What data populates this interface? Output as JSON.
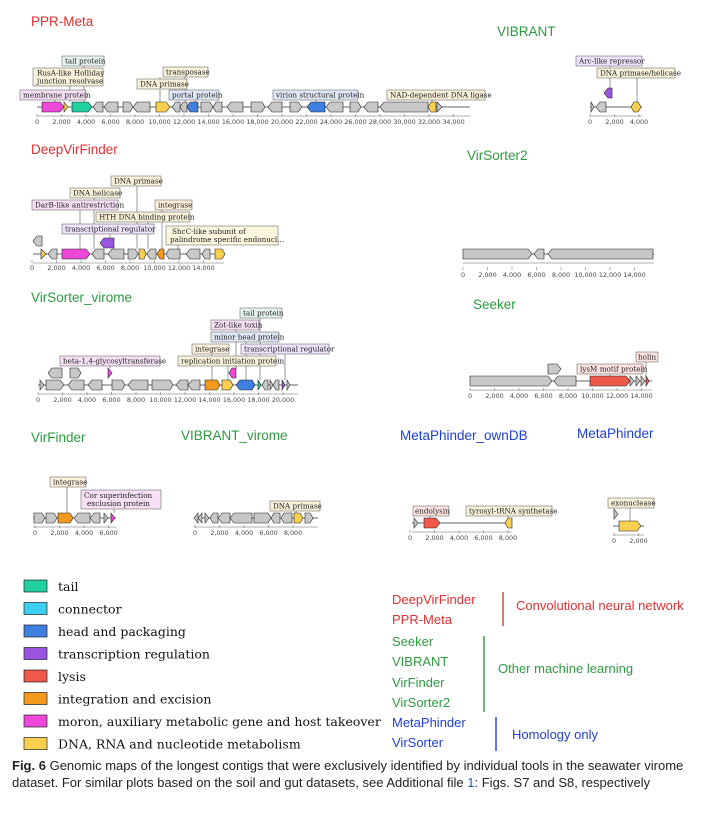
{
  "panels": [
    {
      "id": "pprmeta",
      "title": "PPR-Meta",
      "color": "#e03030",
      "ticks": [
        "0",
        "2,000",
        "4,000",
        "6,000",
        "8,000",
        "10,000",
        "12,000",
        "14,000",
        "16,000",
        "18,000",
        "20,000",
        "22,000",
        "24,000",
        "26,000",
        "28,000",
        "30,000",
        "32,000",
        "34,000"
      ],
      "labels": [
        "tail protein",
        "RusA-like Holliday",
        "junction resolvase",
        "membrane protein",
        "transposase",
        "DNA primase",
        "portal protein",
        "virion structural protein",
        "NAD-dependent DNA ligase"
      ]
    },
    {
      "id": "vibrant",
      "title": "VIBRANT",
      "color": "#2e9a40",
      "ticks": [
        "0",
        "2,000",
        "4,000"
      ],
      "labels": [
        "Arc-like repressor",
        "DNA primase/helicase"
      ]
    },
    {
      "id": "deepvirfinder",
      "title": "DeepVirFinder",
      "color": "#e03030",
      "ticks": [
        "0",
        "2,000",
        "4,000",
        "6,000",
        "8,000",
        "10,000",
        "12,000",
        "14,000"
      ],
      "labels": [
        "DNA primase",
        "DNA helicase",
        "DarB-like antirestriction",
        "integrase",
        "HTH DNA binding protein",
        "transcriptional regulator",
        "ShcC-like subunit of",
        "palindrome specific endonucl..."
      ]
    },
    {
      "id": "virsorter2",
      "title": "VirSorter2",
      "color": "#2e9a40",
      "ticks": [
        "0",
        "2,000",
        "4,000",
        "6,000",
        "8,000",
        "10,000",
        "12,000",
        "14,000"
      ],
      "labels": []
    },
    {
      "id": "virsorter_virome",
      "title": "VirSorter_virome",
      "color": "#2e9a40",
      "ticks": [
        "0",
        "2,000",
        "4,000",
        "6,000",
        "8,000",
        "10,000",
        "12,000",
        "14,000",
        "16,000",
        "18,000",
        "20,000"
      ],
      "labels": [
        "tail protein",
        "Zot-like toxin",
        "minor head protein",
        "integrase",
        "transcriptional regulator",
        "beta-1,4-glycosyltransferase",
        "replication initiation protein"
      ]
    },
    {
      "id": "seeker",
      "title": "Seeker",
      "color": "#2e9a40",
      "ticks": [
        "0",
        "2,000",
        "4,000",
        "6,000",
        "8,000",
        "10,000",
        "12,000",
        "14,000"
      ],
      "labels": [
        "holin",
        "lysM motif protein"
      ]
    },
    {
      "id": "virfinder",
      "title": "VirFinder",
      "color": "#2e9a40",
      "ticks": [
        "0",
        "2,000",
        "4,000",
        "6,000"
      ],
      "labels": [
        "integrase",
        "Cor superinfection",
        "exclusion protein"
      ]
    },
    {
      "id": "vibrant_virome",
      "title": "VIBRANT_virome",
      "color": "#2e9a40",
      "ticks": [
        "0",
        "2,000",
        "4,000",
        "6,000",
        "8,000"
      ],
      "labels": [
        "DNA primase"
      ]
    },
    {
      "id": "metaphinder_owndb",
      "title": "MetaPhinder_ownDB",
      "color": "#1f3fd1",
      "ticks": [
        "0",
        "2,000",
        "4,000",
        "6,000",
        "8,000"
      ],
      "labels": [
        "endolysin",
        "tyrosyl-tRNA synthetase"
      ]
    },
    {
      "id": "metaphinder",
      "title": "MetaPhinder",
      "color": "#1f3fd1",
      "ticks": [
        "0",
        "2,000"
      ],
      "labels": [
        "exonuclease"
      ]
    }
  ],
  "legend": [
    {
      "label": "tail",
      "color": "#1fd0a0"
    },
    {
      "label": "connector",
      "color": "#3cd0f0"
    },
    {
      "label": "head and packaging",
      "color": "#3f7fe0"
    },
    {
      "label": "transcription regulation",
      "color": "#9a55e0"
    },
    {
      "label": "lysis",
      "color": "#f0584a"
    },
    {
      "label": "integration and excision",
      "color": "#f39a1e"
    },
    {
      "label": "moron, auxiliary metabolic gene and host takeover",
      "color": "#ee48d8"
    },
    {
      "label": "DNA, RNA and nucleotide metabolism",
      "color": "#fbd04e"
    }
  ],
  "tool_groups": [
    {
      "tools": [
        "DeepVirFinder",
        "PPR-Meta"
      ],
      "group": "Convolutional neural network",
      "color": "#e03030"
    },
    {
      "tools": [
        "Seeker",
        "VIBRANT",
        "VirFinder",
        "VirSorter2"
      ],
      "group": "Other machine learning",
      "color": "#2e9a40"
    },
    {
      "tools": [
        "MetaPhinder",
        "VirSorter"
      ],
      "group": "Homology only",
      "color": "#1f3fd1"
    }
  ],
  "caption": {
    "fig_label": "Fig. 6",
    "text_a": "Genomic maps of the longest contigs that were exclusively identified by individual tools in the seawater virome dataset. For similar plots based on the soil and gut datasets, see Additional file ",
    "file_ref": "1",
    "text_b": ": Figs. S7 and S8, respectively"
  }
}
